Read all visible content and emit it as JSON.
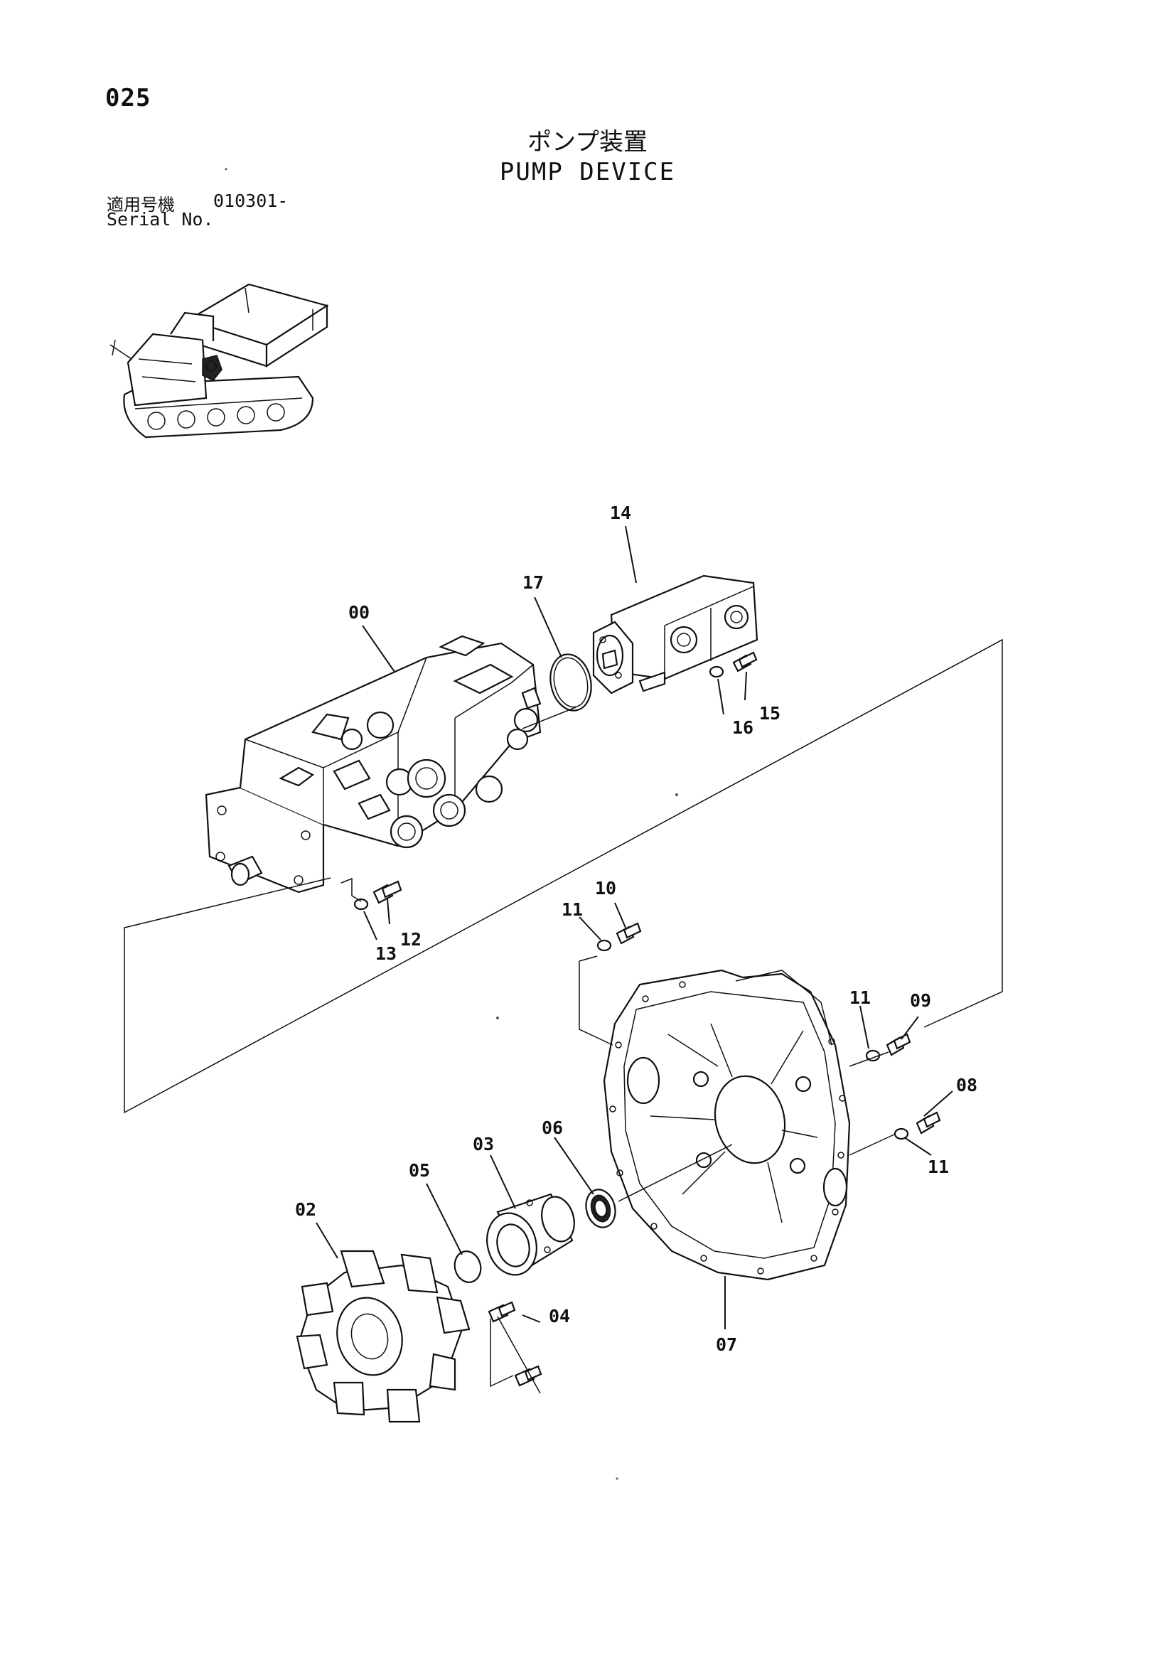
{
  "page_number": "025",
  "title_jp": "ポンプ装置",
  "title_en": "PUMP DEVICE",
  "serial_label_jp": "適用号機",
  "serial_value": "010301-",
  "serial_label_en": "Serial No.",
  "callouts": {
    "p00": "00",
    "p02": "02",
    "p03": "03",
    "p04": "04",
    "p05": "05",
    "p06": "06",
    "p07": "07",
    "p08": "08",
    "p09": "09",
    "p10": "10",
    "p11a": "11",
    "p11b": "11",
    "p11c": "11",
    "p12": "12",
    "p13": "13",
    "p14": "14",
    "p15": "15",
    "p16": "16",
    "p17": "17"
  }
}
